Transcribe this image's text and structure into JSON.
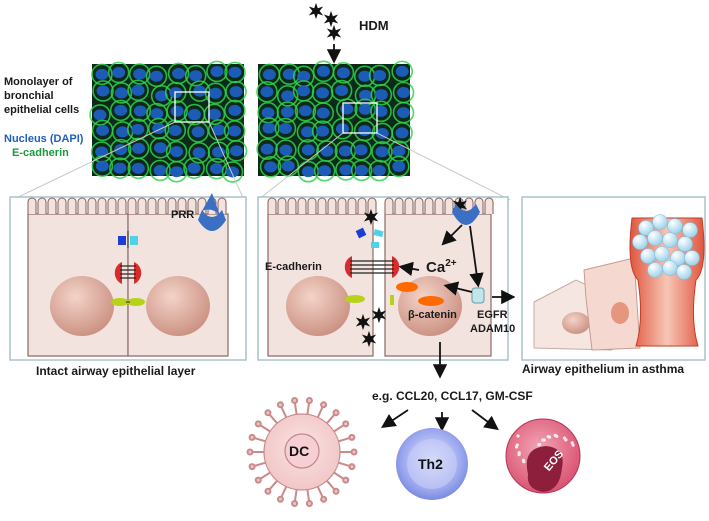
{
  "hdm_label": "HDM",
  "monolayer_label": [
    "Monolayer of",
    "bronchial",
    "epithelial cells"
  ],
  "legend": {
    "nucleus": "Nucleus (DAPI)",
    "ecadherin": "E-cadherin"
  },
  "colors": {
    "nucleus": "#1f5fbf",
    "ecadherin": "#1a9a3a",
    "cell_fill": "#f3e3df",
    "cell_stroke": "#8a6a66",
    "receptor": "#3a6fc4",
    "junction_red": "#d82b2b"
  },
  "panel1": {
    "prr_label": "PRR",
    "caption": "Intact airway epithelial layer"
  },
  "panel2": {
    "ecadherin_label": "E-cadherin",
    "ca_label": "Ca",
    "ca_superscript": "2+",
    "beta_catenin_label": "β-catenin",
    "egfr_label": "EGFR",
    "adam10_label": "ADAM10"
  },
  "panel3": {
    "caption": "Airway epithelium in asthma"
  },
  "cytokines_label": "e.g. CCL20, CCL17, GM-CSF",
  "cells": {
    "dc": "DC",
    "th2": "Th2",
    "eos": "EOS"
  }
}
